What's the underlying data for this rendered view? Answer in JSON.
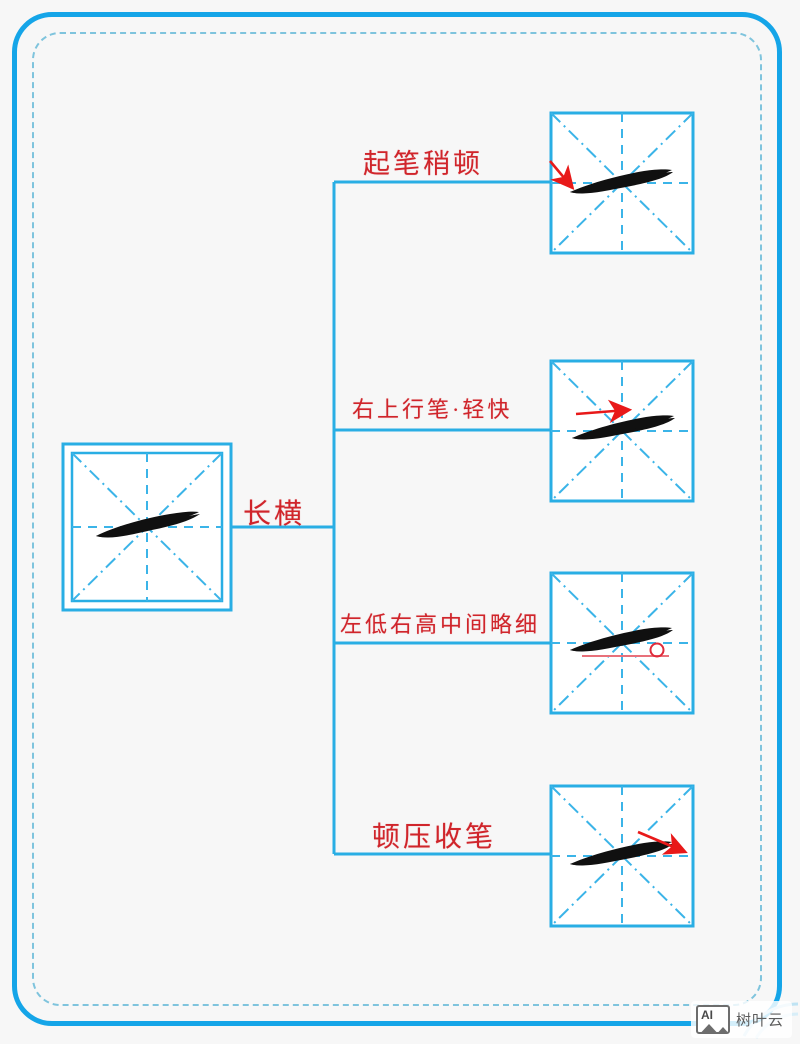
{
  "page": {
    "background_color": "#f7f7f7",
    "frame_color": "#15a5e8",
    "dashed_frame_color": "#7fc4dd",
    "label_color": "#d0252b",
    "stroke_ink_color": "#101010",
    "annotation_color": "#e81919",
    "guide_color": "#29aee4"
  },
  "mindmap": {
    "root": {
      "label": "长横",
      "cell_name": "character-grid-root",
      "stroke": "horizontal-stroke"
    },
    "branches": [
      {
        "index": 1,
        "label": "起笔稍顿",
        "annotation": "red-arrow-down-left-at-stroke-start",
        "cell_name": "character-grid-step-1"
      },
      {
        "index": 2,
        "label": "右上行笔·轻快",
        "annotation": "red-arrow-right-above-stroke",
        "cell_name": "character-grid-step-2"
      },
      {
        "index": 3,
        "label": "左低右高中间略细",
        "annotation": "red-baseline-with-circle-marker",
        "cell_name": "character-grid-step-3"
      },
      {
        "index": 4,
        "label": "顿压收笔",
        "annotation": "red-arrow-down-right-at-stroke-end",
        "cell_name": "character-grid-step-4"
      }
    ]
  },
  "watermark": {
    "badge_text": "AI",
    "brand_text": "树叶云"
  }
}
